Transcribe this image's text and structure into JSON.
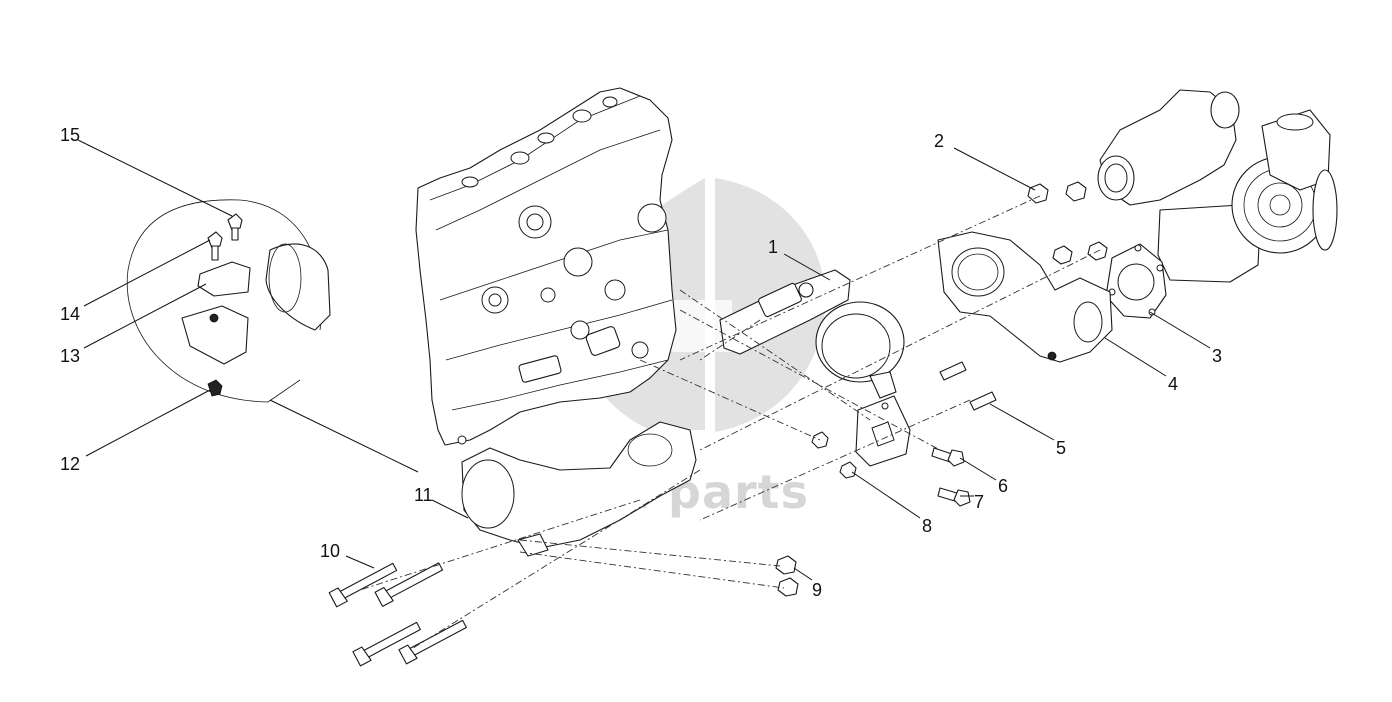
{
  "watermark": {
    "brand": "data parts",
    "logo_icon": "dp-logo-mark"
  },
  "callouts": [
    {
      "id": "c1",
      "text": "1"
    },
    {
      "id": "c2",
      "text": "2"
    },
    {
      "id": "c3",
      "text": "3"
    },
    {
      "id": "c4",
      "text": "4"
    },
    {
      "id": "c5",
      "text": "5"
    },
    {
      "id": "c6",
      "text": "6"
    },
    {
      "id": "c7",
      "text": "7"
    },
    {
      "id": "c8",
      "text": "8"
    },
    {
      "id": "c9",
      "text": "9"
    },
    {
      "id": "c10",
      "text": "10"
    },
    {
      "id": "c11",
      "text": "11"
    },
    {
      "id": "c12",
      "text": "12"
    },
    {
      "id": "c13",
      "text": "13"
    },
    {
      "id": "c14",
      "text": "14"
    },
    {
      "id": "c15",
      "text": "15"
    }
  ]
}
